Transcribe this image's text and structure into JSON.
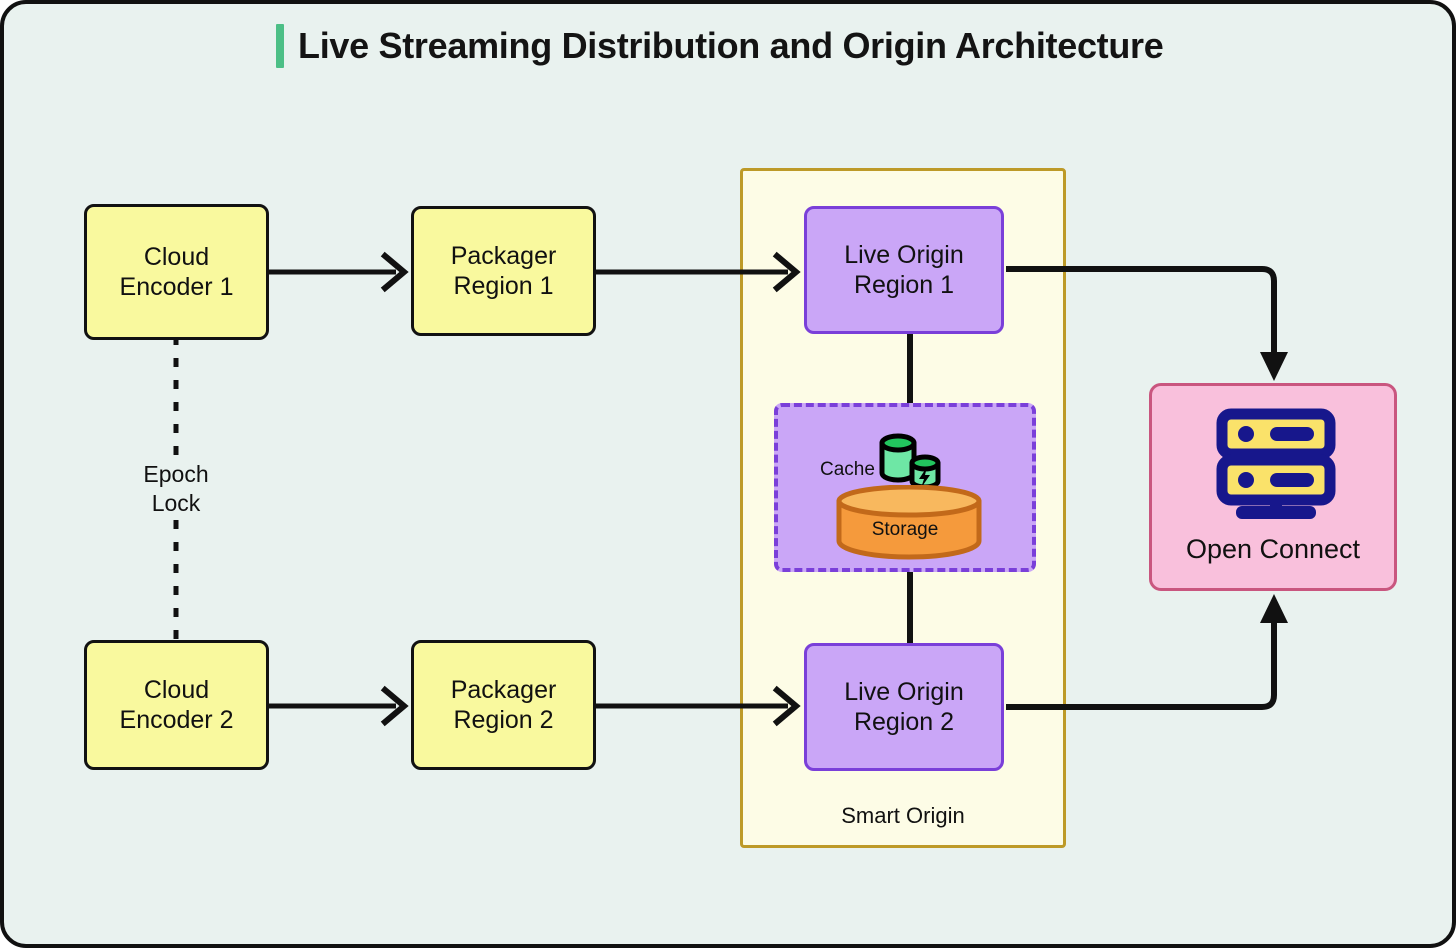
{
  "page": {
    "background": "#e9f2ef",
    "border_color": "#111111"
  },
  "header": {
    "accent_color": "#4cbf86",
    "title": "Live Streaming Distribution and Origin Architecture"
  },
  "nodes": {
    "cloud_encoder_1": {
      "line1": "Cloud",
      "line2": "Encoder 1",
      "fill": "#f9f99e"
    },
    "cloud_encoder_2": {
      "line1": "Cloud",
      "line2": "Encoder 2",
      "fill": "#f9f99e"
    },
    "packager_region_1": {
      "line1": "Packager",
      "line2": "Region 1",
      "fill": "#f9f99e"
    },
    "packager_region_2": {
      "line1": "Packager",
      "line2": "Region 2",
      "fill": "#f9f99e"
    },
    "live_origin_1": {
      "line1": "Live Origin",
      "line2": "Region 1",
      "fill": "#caa6f7"
    },
    "live_origin_2": {
      "line1": "Live Origin",
      "line2": "Region 2",
      "fill": "#caa6f7"
    },
    "open_connect": {
      "label": "Open Connect",
      "fill": "#f9c0dc",
      "icon": "server-rack-icon"
    }
  },
  "groups": {
    "smart_origin": {
      "label": "Smart Origin",
      "fill": "#fdfce6",
      "border": "#bd9a28"
    },
    "cache_storage": {
      "fill": "#caa6f7",
      "border": "#7a3fd9",
      "cache_label": "Cache",
      "cache_icon": "cache-cylinders-icon",
      "storage_label": "Storage",
      "storage_icon": "storage-cylinder-icon"
    }
  },
  "edges": {
    "epoch_lock": {
      "line1": "Epoch",
      "line2": "Lock",
      "style": "dashed"
    },
    "enc1_to_pkg1": {
      "style": "solid-arrow"
    },
    "enc2_to_pkg2": {
      "style": "solid-arrow"
    },
    "pkg1_to_origin1": {
      "style": "solid-arrow"
    },
    "pkg2_to_origin2": {
      "style": "solid-arrow"
    },
    "origin1_to_cache": {
      "style": "solid"
    },
    "cache_to_origin2": {
      "style": "solid"
    },
    "origin1_to_openconnect": {
      "style": "solid-arrow-down"
    },
    "origin2_to_openconnect": {
      "style": "solid-arrow-up"
    }
  }
}
